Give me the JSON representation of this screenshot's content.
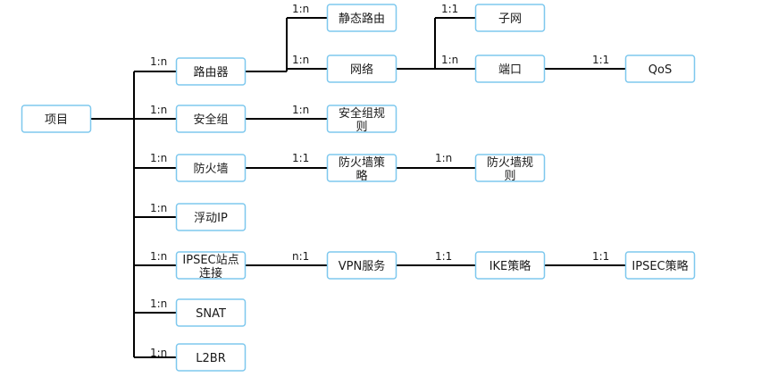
{
  "nodes": [
    {
      "id": "project",
      "label": "项目"
    },
    {
      "id": "router",
      "label": "路由器"
    },
    {
      "id": "secgroup",
      "label": "安全组"
    },
    {
      "id": "firewall",
      "label": "防火墙"
    },
    {
      "id": "floatingip",
      "label": "浮动IP"
    },
    {
      "id": "ipsec_conn",
      "label": "IPSEC站点连接"
    },
    {
      "id": "snat",
      "label": "SNAT"
    },
    {
      "id": "l2br",
      "label": "L2BR"
    },
    {
      "id": "static_route",
      "label": "静态路由"
    },
    {
      "id": "network",
      "label": "网络"
    },
    {
      "id": "secgroup_rule",
      "label": "安全组规则"
    },
    {
      "id": "fw_policy",
      "label": "防火墙策略"
    },
    {
      "id": "vpn_service",
      "label": "VPN服务"
    },
    {
      "id": "subnet",
      "label": "子网"
    },
    {
      "id": "port",
      "label": "端口"
    },
    {
      "id": "fw_rule",
      "label": "防火墙规则"
    },
    {
      "id": "ike_policy",
      "label": "IKE策略"
    },
    {
      "id": "qos",
      "label": "QoS"
    },
    {
      "id": "ipsec_policy",
      "label": "IPSEC策略"
    }
  ],
  "edges": [
    {
      "from": "project",
      "to": "router",
      "label": "1:n"
    },
    {
      "from": "project",
      "to": "secgroup",
      "label": "1:n"
    },
    {
      "from": "project",
      "to": "firewall",
      "label": "1:n"
    },
    {
      "from": "project",
      "to": "floatingip",
      "label": "1:n"
    },
    {
      "from": "project",
      "to": "ipsec_conn",
      "label": "1:n"
    },
    {
      "from": "project",
      "to": "snat",
      "label": "1:n"
    },
    {
      "from": "project",
      "to": "l2br",
      "label": "1:n"
    },
    {
      "from": "router",
      "to": "static_route",
      "label": "1:n"
    },
    {
      "from": "router",
      "to": "network",
      "label": "1:n"
    },
    {
      "from": "network",
      "to": "subnet",
      "label": "1:1"
    },
    {
      "from": "network",
      "to": "port",
      "label": "1:n"
    },
    {
      "from": "port",
      "to": "qos",
      "label": "1:1"
    },
    {
      "from": "secgroup",
      "to": "secgroup_rule",
      "label": "1:n"
    },
    {
      "from": "firewall",
      "to": "fw_policy",
      "label": "1:1"
    },
    {
      "from": "fw_policy",
      "to": "fw_rule",
      "label": "1:n"
    },
    {
      "from": "ipsec_conn",
      "to": "vpn_service",
      "label": "n:1"
    },
    {
      "from": "vpn_service",
      "to": "ike_policy",
      "label": "1:1"
    },
    {
      "from": "ike_policy",
      "to": "ipsec_policy",
      "label": "1:1"
    }
  ]
}
